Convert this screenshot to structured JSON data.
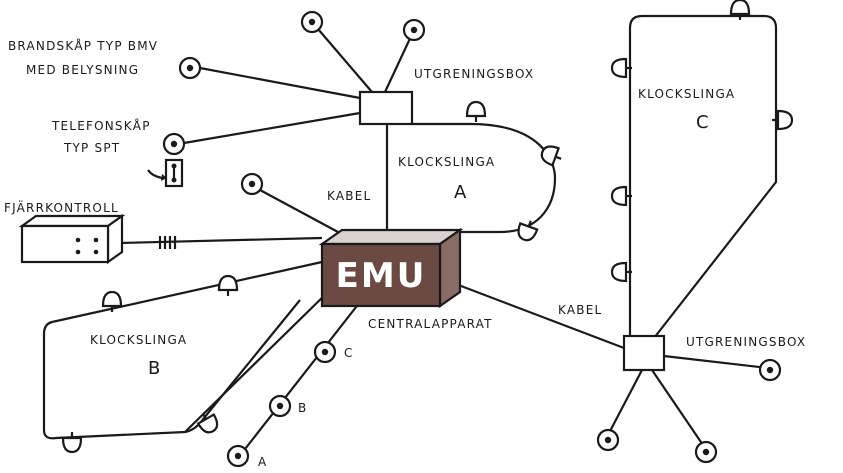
{
  "labels": {
    "brandskap_line1": "BRANDSKÅP TYP BMV",
    "brandskap_line2": "MED BELYSNING",
    "utgreningsbox_top": "UTGRENINGSBOX",
    "telefonskap_line1": "TELEFONSKÅP",
    "telefonskap_line2": "TYP SPT",
    "fjarrkontroll": "FJÄRRKONTROLL",
    "kabel_left": "KABEL",
    "klockslinga_a": "KLOCKSLINGA",
    "klockslinga_a_letter": "A",
    "emu": "EMU",
    "centralapparat": "CENTRALAPPARAT",
    "klockslinga_b": "KLOCKSLINGA",
    "klockslinga_b_letter": "B",
    "kabel_right": "KABEL",
    "utgreningsbox_bottom": "UTGRENINGSBOX",
    "klockslinga_c": "KLOCKSLINGA",
    "klockslinga_c_letter": "C",
    "detector_a": "A",
    "detector_b": "B",
    "detector_c": "C"
  },
  "colors": {
    "central_unit_body": "#6b4a44",
    "central_unit_top": "#d9d2ce",
    "central_unit_side": "#8a6c66",
    "ink": "#1a1a1a"
  }
}
